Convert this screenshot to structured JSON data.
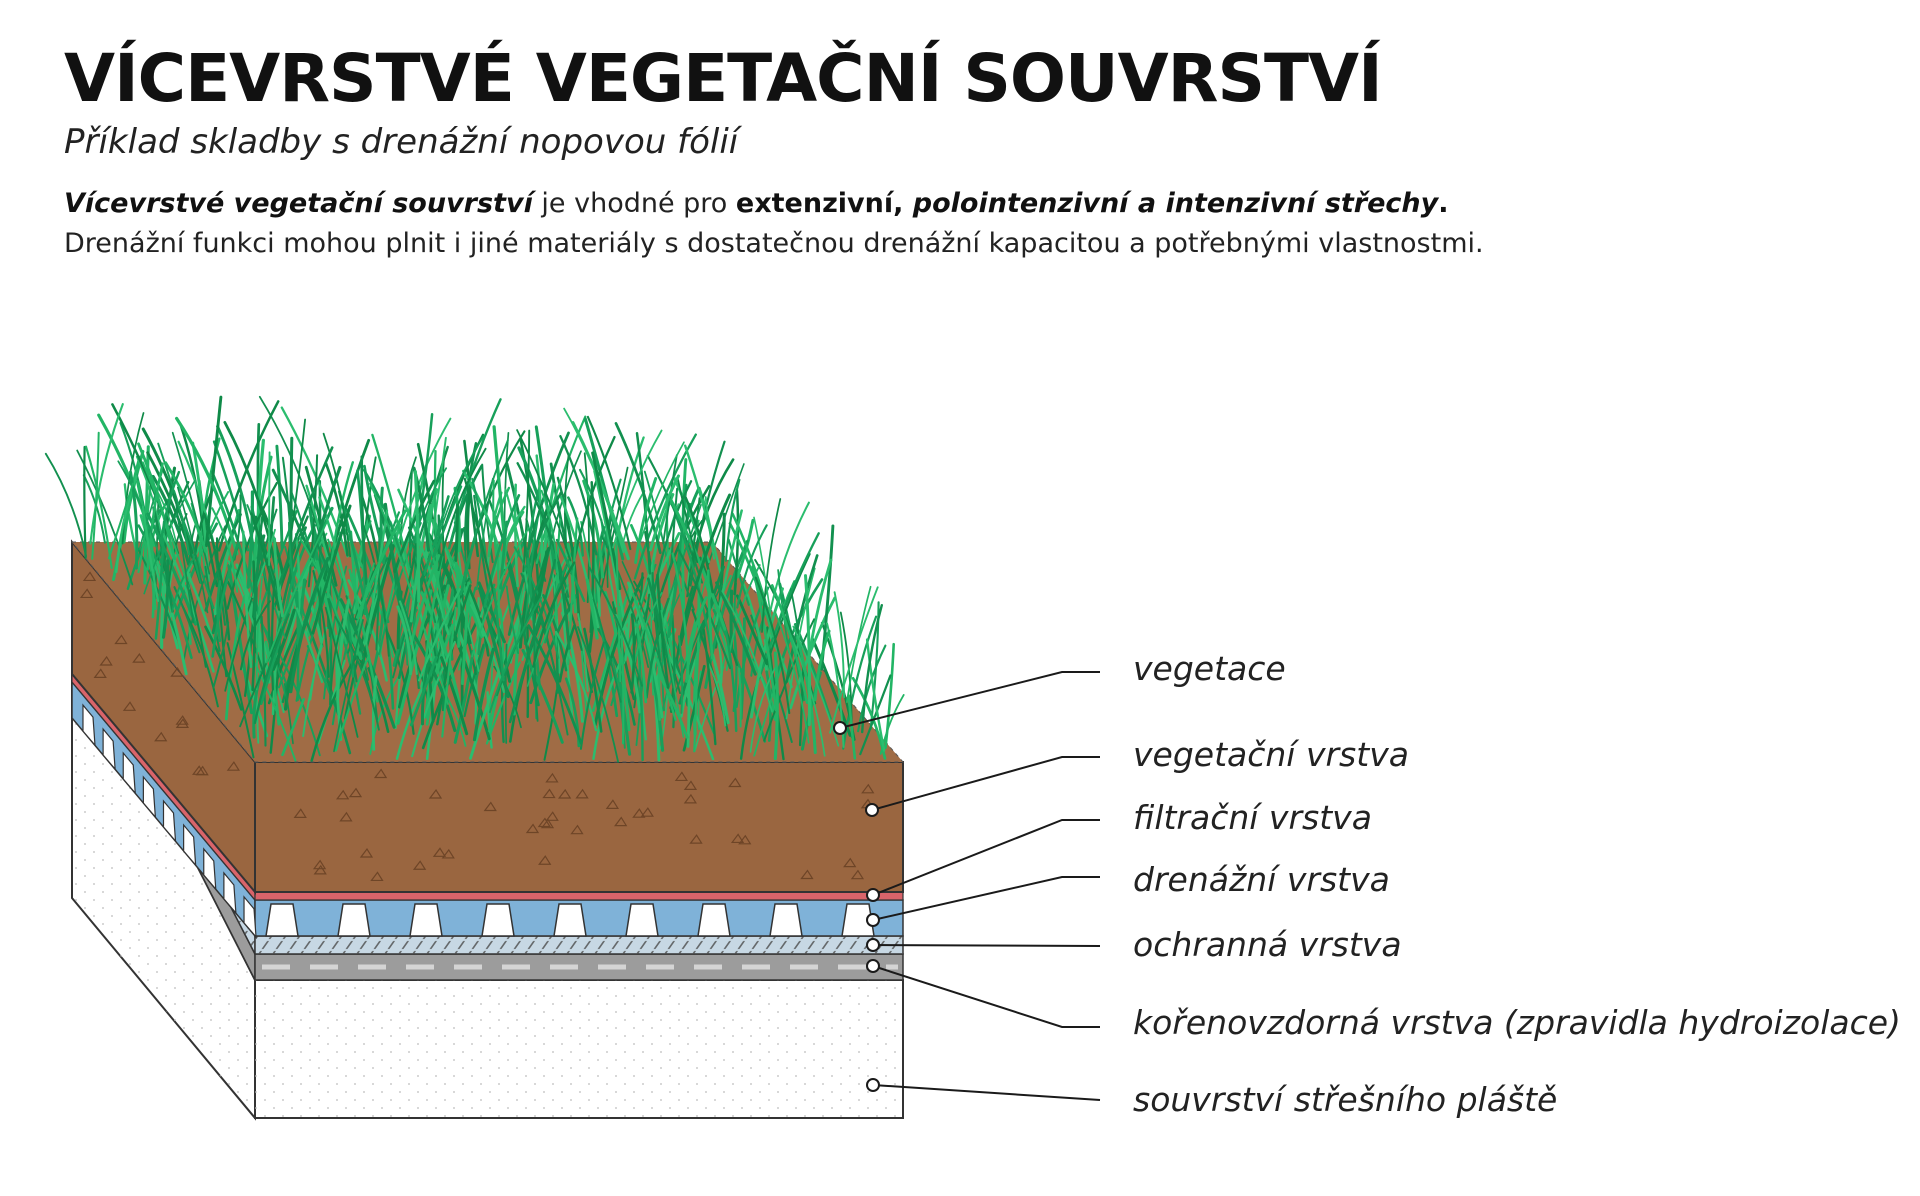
{
  "header": {
    "title": "VÍCEVRSTVÉ VEGETAČNÍ SOUVRSTVÍ",
    "subtitle": "Příklad skladby s drenážní nopovou fólií"
  },
  "intro": {
    "line1": {
      "bold_italic_1": "Vícevrstvé vegetační souvrství",
      "normal_1": " je vhodné pro ",
      "bold_1": "extenzivní, ",
      "bold_italic_2": "polointenzivní a intenzivní  střechy",
      "bold_2": "."
    },
    "line2": "Drenážní funkci mohou plnit i jiné materiály s dostatečnou drenážní kapacitou a potřebnými vlastnostmi."
  },
  "layers": [
    {
      "label": "vegetace"
    },
    {
      "label": "vegetační vrstva"
    },
    {
      "label": "filtrační vrstva"
    },
    {
      "label": "drenážní vrstva"
    },
    {
      "label": "ochranná vrstva"
    },
    {
      "label": "kořenovzdorná vrstva (zpravidla hydroizolace)"
    },
    {
      "label": "souvrství střešního pláště"
    }
  ],
  "colors": {
    "grass": "#17a05a",
    "soil": "#9a6640",
    "filter": "#d9646a",
    "drainage": "#7fb2d8",
    "protection": "#c7d8e4",
    "membrane": "#9c9c9c",
    "roof": "#ffffff",
    "leader": "#1a1a1a"
  }
}
